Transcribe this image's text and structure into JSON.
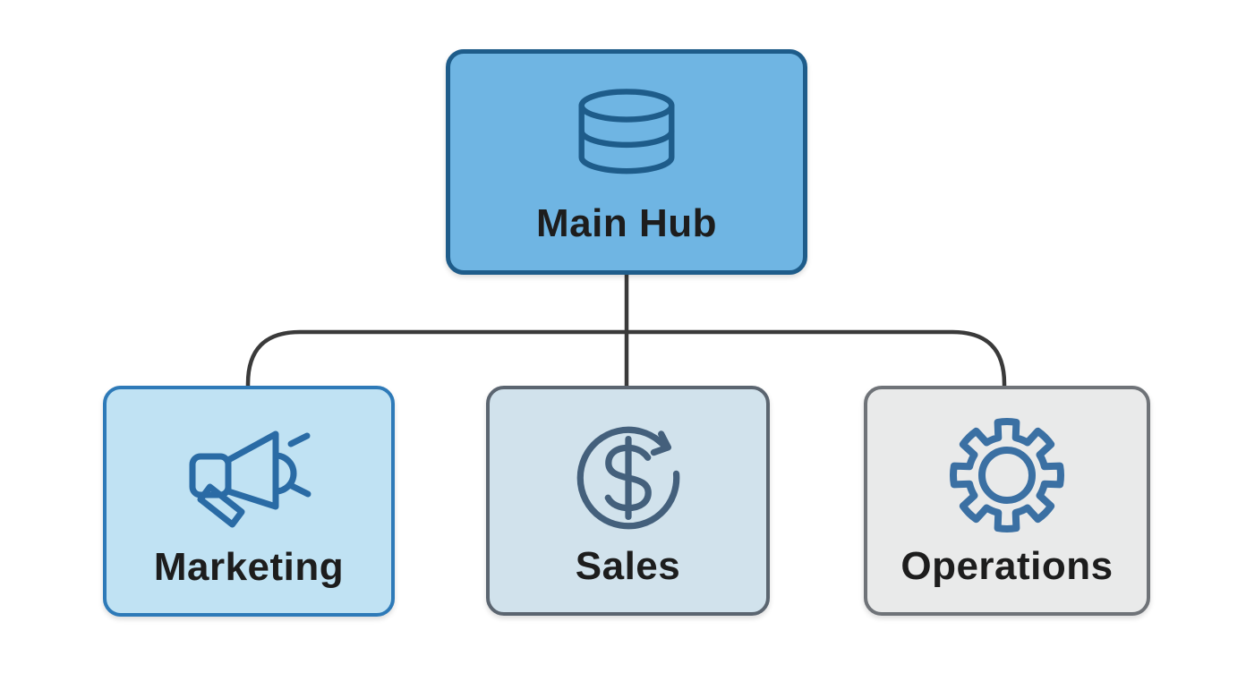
{
  "diagram": {
    "type": "org-tree",
    "nodes": [
      {
        "id": "main-hub",
        "label": "Main Hub",
        "icon": "database-icon",
        "fill": "#6fb5e3",
        "border": "#1e5c8a",
        "icon_stroke": "#1e5c8a"
      },
      {
        "id": "marketing",
        "label": "Marketing",
        "icon": "megaphone-icon",
        "fill": "#c0e2f3",
        "border": "#2e7ab8",
        "icon_stroke": "#2a6ba5"
      },
      {
        "id": "sales",
        "label": "Sales",
        "icon": "dollar-cycle-icon",
        "fill": "#d1e2ec",
        "border": "#5b6570",
        "icon_stroke": "#44607c"
      },
      {
        "id": "operations",
        "label": "Operations",
        "icon": "gear-icon",
        "fill": "#e9eaea",
        "border": "#6f7378",
        "icon_stroke": "#3b70a3"
      }
    ],
    "edges": [
      {
        "from": "main-hub",
        "to": "marketing"
      },
      {
        "from": "main-hub",
        "to": "sales"
      },
      {
        "from": "main-hub",
        "to": "operations"
      }
    ],
    "colors": {
      "background": "#ffffff",
      "connector": "#3a3a3a",
      "label_text": "#1d1d1d"
    }
  }
}
